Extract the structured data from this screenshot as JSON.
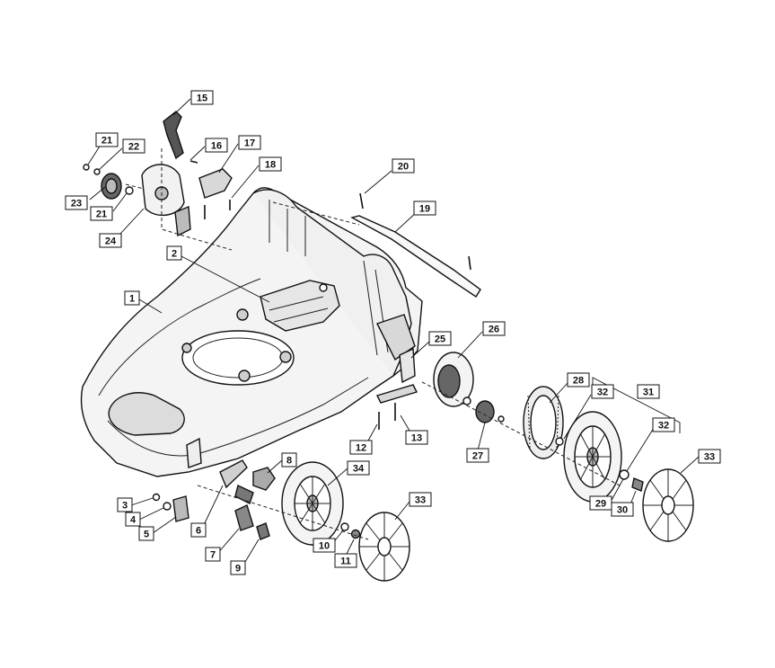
{
  "callouts": [
    {
      "id": "c15",
      "text": "15"
    },
    {
      "id": "c21a",
      "text": "21"
    },
    {
      "id": "c22",
      "text": "22"
    },
    {
      "id": "c16",
      "text": "16"
    },
    {
      "id": "c17",
      "text": "17"
    },
    {
      "id": "c18",
      "text": "18"
    },
    {
      "id": "c23",
      "text": "23"
    },
    {
      "id": "c21b",
      "text": "21"
    },
    {
      "id": "c24",
      "text": "24"
    },
    {
      "id": "c20",
      "text": "20"
    },
    {
      "id": "c19",
      "text": "19"
    },
    {
      "id": "c2",
      "text": "2"
    },
    {
      "id": "c1",
      "text": "1"
    },
    {
      "id": "c25",
      "text": "25"
    },
    {
      "id": "c26",
      "text": "26"
    },
    {
      "id": "c28",
      "text": "28"
    },
    {
      "id": "c32a",
      "text": "32"
    },
    {
      "id": "c31",
      "text": "31"
    },
    {
      "id": "c12",
      "text": "12"
    },
    {
      "id": "c13",
      "text": "13"
    },
    {
      "id": "c27",
      "text": "27"
    },
    {
      "id": "c32b",
      "text": "32"
    },
    {
      "id": "c33a",
      "text": "33"
    },
    {
      "id": "c8",
      "text": "8"
    },
    {
      "id": "c34",
      "text": "34"
    },
    {
      "id": "c3",
      "text": "3"
    },
    {
      "id": "c4",
      "text": "4"
    },
    {
      "id": "c5",
      "text": "5"
    },
    {
      "id": "c6",
      "text": "6"
    },
    {
      "id": "c33b",
      "text": "33"
    },
    {
      "id": "c29",
      "text": "29"
    },
    {
      "id": "c30",
      "text": "30"
    },
    {
      "id": "c7",
      "text": "7"
    },
    {
      "id": "c9",
      "text": "9"
    },
    {
      "id": "c10",
      "text": "10"
    },
    {
      "id": "c11",
      "text": "11"
    }
  ],
  "colors": {
    "line": "#111111",
    "fill": "#ffffff",
    "shade": "#e8e8e8",
    "dark": "#555555"
  }
}
